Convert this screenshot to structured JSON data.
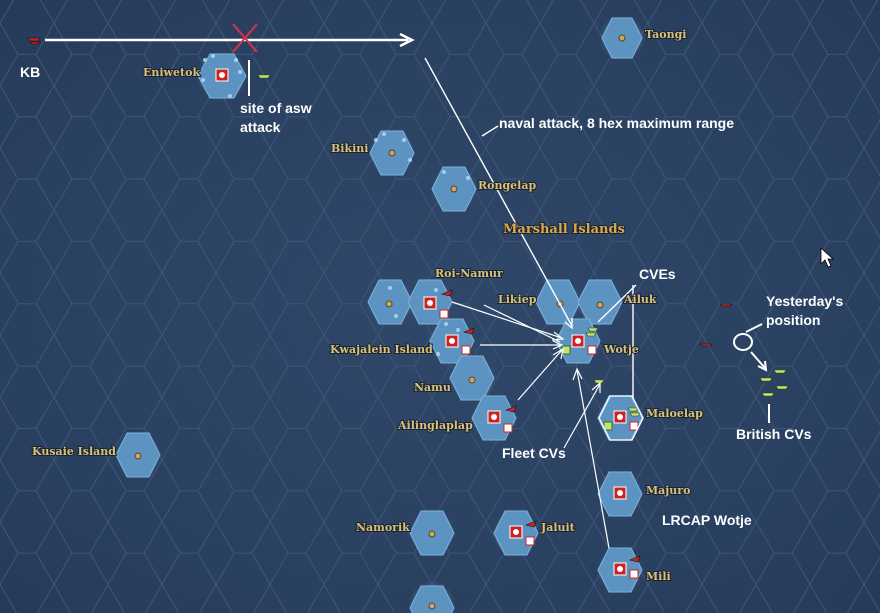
{
  "map": {
    "region_label": "Marshall Islands",
    "places": {
      "taongi": "Taongi",
      "eniwetok": "Eniwetok",
      "bikini": "Bikini",
      "rongelap": "Rongelap",
      "roi_namur": "Roi-Namur",
      "likiep": "Likiep",
      "ailuk": "Ailuk",
      "kwajalein": "Kwajalein Island",
      "wotje": "Wotje",
      "namu": "Namu",
      "ailinglaplap": "Ailinglaplap",
      "maloelap": "Maloelap",
      "kusaie": "Kusaie Island",
      "majuro": "Majuro",
      "namorik": "Namorik",
      "jaluit": "Jaluit",
      "mili": "Mili"
    }
  },
  "annotations": {
    "kb": "KB",
    "asw_line1": "site of asw",
    "asw_line2": "attack",
    "naval_attack": "naval attack, 8 hex maximum range",
    "cves": "CVEs",
    "yesterday_line1": "Yesterday's",
    "yesterday_line2": "position",
    "british_cvs": "British CVs",
    "fleet_cvs": "Fleet CVs",
    "lrcap_wotje": "LRCAP Wotje"
  },
  "colors": {
    "sea": "#2c4262",
    "grid": "#3e5676",
    "island_hex": "#6fa4cf",
    "place_text": "#d8c27a",
    "region_text": "#d9a94a",
    "annotation": "#ffffff",
    "enemy_unit": "#cc2222",
    "allied_unit": "#b6d84a"
  }
}
